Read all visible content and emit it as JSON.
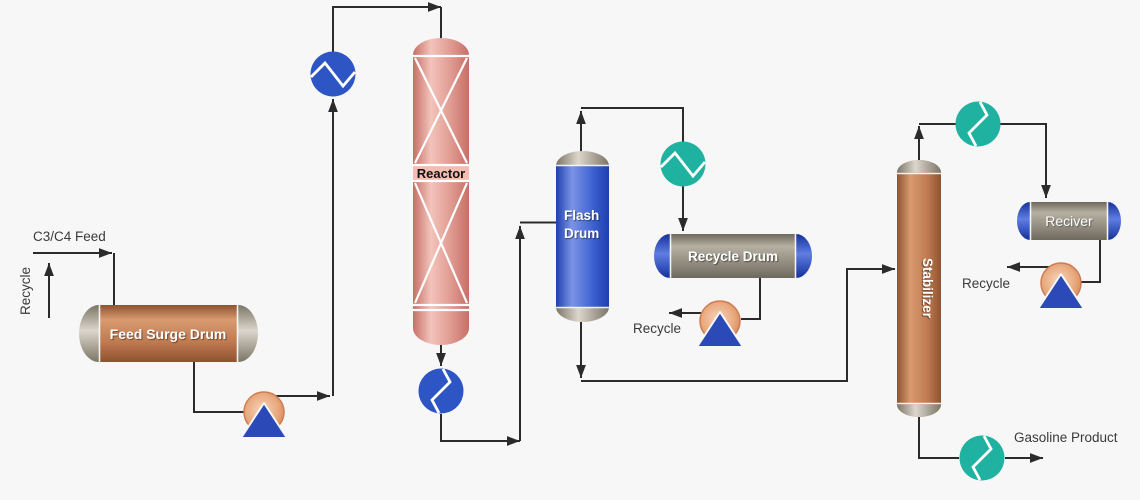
{
  "diagram_type": "process-flow-diagram",
  "equipment": [
    {
      "name": "feed-surge-drum",
      "label": "Feed Surge Drum",
      "shape": "horizontal-drum"
    },
    {
      "name": "reactor",
      "label": "Reactor",
      "shape": "packed-bed-column"
    },
    {
      "name": "flash-drum",
      "label": "Flash Drum",
      "label_lines": [
        "Flash",
        "Drum"
      ],
      "shape": "vertical-drum"
    },
    {
      "name": "recycle-drum",
      "label": "Recycle Drum",
      "shape": "horizontal-drum"
    },
    {
      "name": "stabilizer",
      "label": "Stabilizer",
      "shape": "column"
    },
    {
      "name": "reciver",
      "label": "Reciver",
      "shape": "horizontal-drum"
    }
  ],
  "streams": {
    "feed": "C3/C4 Feed",
    "recycle_feed": "Recycle",
    "recycle_drum_out": "Recycle",
    "reciver_out": "Recycle",
    "gasoline_product": "Gasoline Product"
  },
  "icons": {
    "heat_exchanger": "circle-with-zigzag",
    "pump": "circle-with-upward-triangle",
    "arrowhead": "solid-triangle"
  },
  "colors": {
    "background": "#f7f7f7",
    "line": "#2b2b2b",
    "text_dark": "#3a3a3a",
    "text_light": "#ffffff",
    "exchanger_blue": "#2e55c4",
    "exchanger_teal": "#20b2a0",
    "pump_triangle": "#2b4ab8",
    "reactor_label": "#111111"
  },
  "gradients": {
    "copper": {
      "dark": "#8e5230",
      "mid": "#bf7a50",
      "light": "#d89a6f"
    },
    "salmon": {
      "dark": "#c66f66",
      "mid": "#dd958c",
      "light": "#f3c4bb",
      "band": "#f2beb3"
    },
    "blue": {
      "dark": "#1e3fae",
      "mid": "#3a5ecf",
      "light": "#7b94e6"
    },
    "gray": {
      "dark": "#6e695c",
      "mid": "#8b8679",
      "light": "#b6b0a2"
    },
    "cap_gray": {
      "dark": "#7b7566",
      "light": "#dcd7cc"
    },
    "cap_blue": {
      "dark": "#15309c",
      "light": "#5f7de2"
    },
    "pump": {
      "light": "#f7d4bd",
      "mid": "#e8a87c",
      "dark": "#c9734a"
    }
  }
}
